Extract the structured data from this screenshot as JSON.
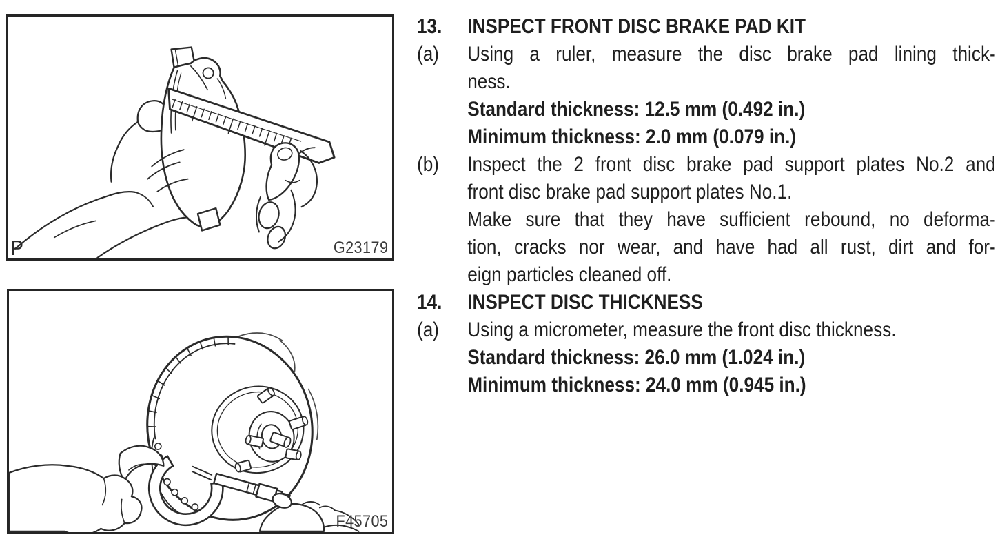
{
  "page": {
    "background": "#ffffff",
    "ink": "#1f1f1f",
    "line_art_stroke": "#2b2b2b"
  },
  "figures": [
    {
      "name": "brake-pad-ruler",
      "corner_label": "P",
      "code": "G23179",
      "depicts": "Hand holding a disc brake pad while a ruler measures the pad lining thickness"
    },
    {
      "name": "disc-micrometer",
      "code": "F45705",
      "depicts": "Micrometer clamped on the edge of a front brake disc to measure disc thickness"
    }
  ],
  "instructions": [
    {
      "marker": "13.",
      "marker_bold": true,
      "lines": [
        {
          "t": "INSPECT FRONT DISC BRAKE PAD KIT",
          "b": true
        }
      ]
    },
    {
      "marker": "(a)",
      "marker_bold": false,
      "lines": [
        {
          "t": "Using a ruler, measure the disc brake pad lining thick-",
          "j": true
        },
        {
          "t": "ness."
        },
        {
          "t": "Standard thickness: 12.5 mm (0.492 in.)",
          "b": true
        },
        {
          "t": "Minimum thickness: 2.0 mm (0.079 in.)",
          "b": true
        }
      ]
    },
    {
      "marker": "(b)",
      "marker_bold": false,
      "lines": [
        {
          "t": "Inspect the 2 front disc brake pad support plates No.2 and",
          "j": true
        },
        {
          "t": "front disc brake pad support plates No.1."
        },
        {
          "t": "Make sure that they have sufficient rebound, no deforma-",
          "j": true
        },
        {
          "t": "tion, cracks nor wear, and have had all rust, dirt and for-",
          "j": true
        },
        {
          "t": "eign particles cleaned off."
        }
      ]
    },
    {
      "marker": "14.",
      "marker_bold": true,
      "lines": [
        {
          "t": "INSPECT DISC THICKNESS",
          "b": true
        }
      ]
    },
    {
      "marker": "(a)",
      "marker_bold": false,
      "lines": [
        {
          "t": "Using a micrometer, measure the front disc thickness."
        },
        {
          "t": "Standard thickness: 26.0 mm (1.024 in.)",
          "b": true
        },
        {
          "t": "Minimum thickness: 24.0 mm (0.945 in.)",
          "b": true
        }
      ]
    }
  ]
}
